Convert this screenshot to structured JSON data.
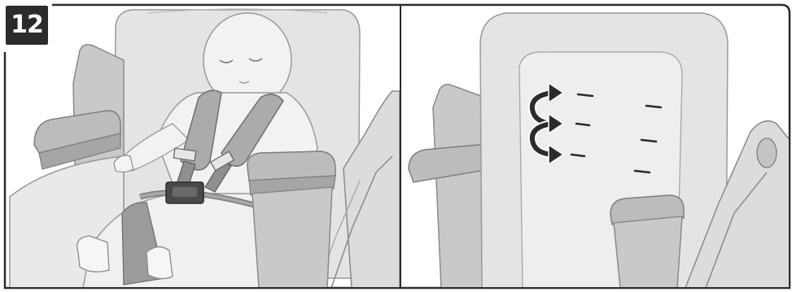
{
  "step": {
    "number": "12"
  },
  "panels": [
    {
      "id": "left",
      "subject": "baby-seated-with-harness"
    },
    {
      "id": "right",
      "subject": "seat-back-harness-slots"
    }
  ],
  "colors": {
    "ink": "#2b2b2b",
    "seat_fill": "#e4e4e4",
    "padding_fill": "#ababab",
    "line": "#9a9a9a"
  }
}
